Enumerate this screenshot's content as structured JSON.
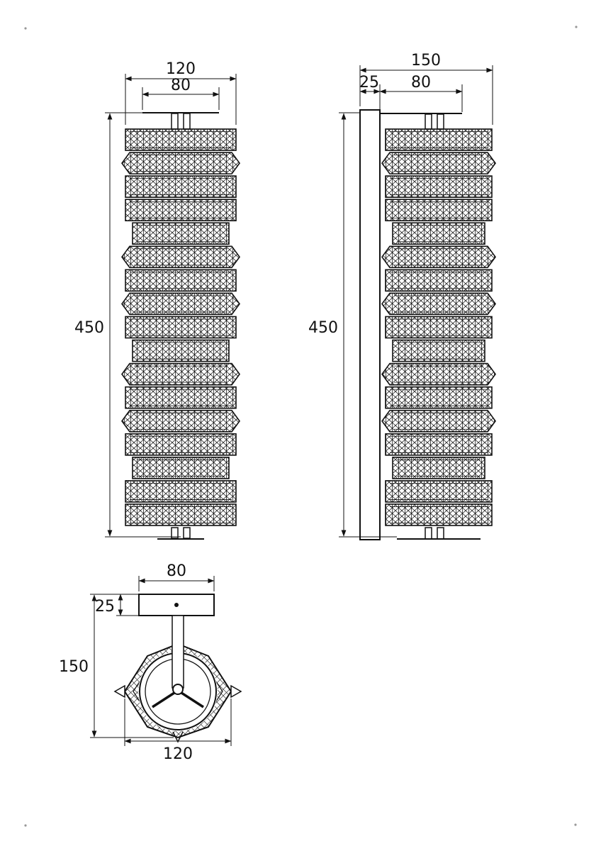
{
  "drawing": {
    "ink_color": "#111111",
    "background_color": "#ffffff",
    "views": {
      "front": {
        "width": "120",
        "mount_width": "80",
        "height": "450"
      },
      "side": {
        "depth": "150",
        "plate": "25",
        "mount": "80",
        "height": "450"
      },
      "bottom": {
        "plate_width": "80",
        "plate_thickness": "25",
        "depth": "150",
        "body_width": "120"
      }
    }
  }
}
